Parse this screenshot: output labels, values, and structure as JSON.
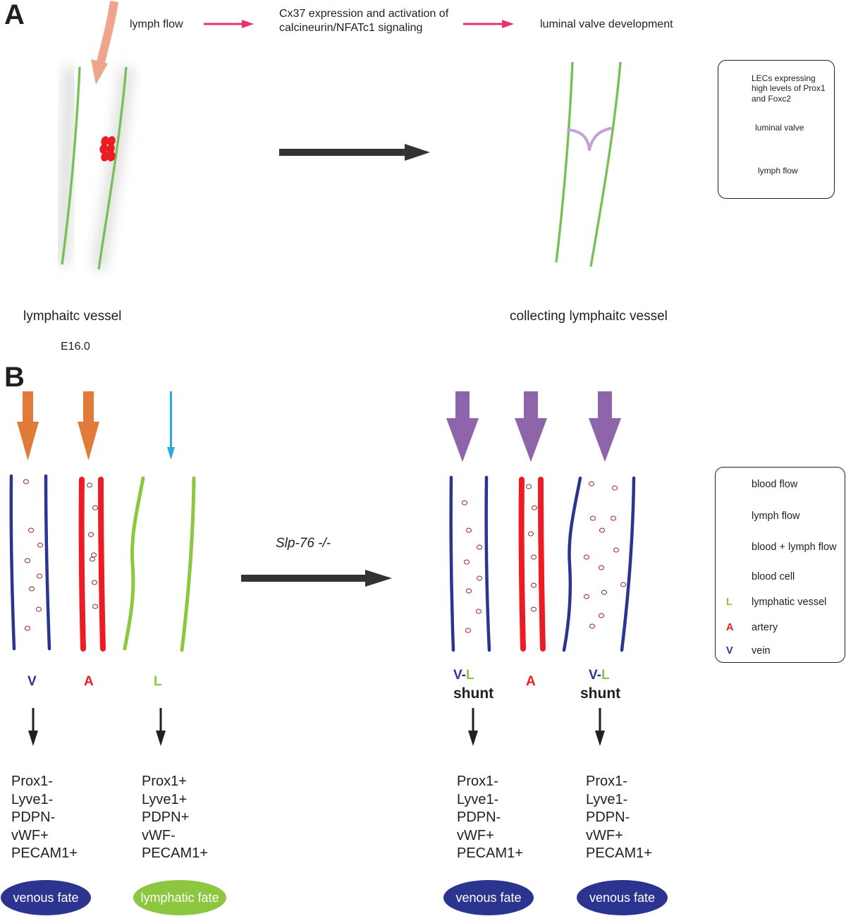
{
  "panel_a": {
    "label": "A",
    "flow_steps": [
      "lymph flow",
      "Cx37 expression and activation of calcineurin/NFATc1 signaling",
      "luminal valve development"
    ],
    "left_vessel_label": "lymphaitc vessel",
    "stage": "E16.0",
    "right_vessel_label": "collecting lymphaitc vessel",
    "legend": {
      "lec": "LECs expressing high levels of Prox1 and Foxc2",
      "valve": "luminal valve",
      "lymph_flow": "lymph flow"
    }
  },
  "panel_b": {
    "label": "B",
    "mutant_label": "Slp-76 -/-",
    "wildtype_labels": [
      "V",
      "A",
      "L"
    ],
    "mutant_labels": {
      "shunt1_v": "V",
      "dash": "-",
      "shunt1_l": "L",
      "artery": "A",
      "shunt_word": "shunt"
    },
    "markers": {
      "vein": [
        "Prox1-",
        "Lyve1-",
        "PDPN-",
        "vWF+",
        "PECAM1+"
      ],
      "lymphatic": [
        "Prox1+",
        "Lyve1+",
        "PDPN+",
        "vWF-",
        "PECAM1+"
      ],
      "shunt1": [
        "Prox1-",
        "Lyve1-",
        "PDPN-",
        "vWF+",
        "PECAM1+"
      ],
      "shunt2": [
        "Prox1-",
        "Lyve1-",
        "PDPN-",
        "vWF+",
        "PECAM1+"
      ]
    },
    "fates": [
      "venous fate",
      "lymphatic fate",
      "venous fate",
      "venous fate"
    ],
    "legend": {
      "blood_flow": "blood flow",
      "lymph_flow": "lymph flow",
      "blood_lymph_flow": "blood + lymph flow",
      "blood_cell": "blood cell",
      "lymphatic_vessel_key": "L",
      "lymphatic_vessel": "lymphatic vessel",
      "artery_key": "A",
      "artery": "artery",
      "vein_key": "V",
      "vein": "vein"
    }
  },
  "colors": {
    "vein": "#2b3590",
    "artery": "#ed1c24",
    "lymphatic": "#8dc63f",
    "blood_flow": "#e07b39",
    "lymph_flow": "#29abe2",
    "blood_lymph_flow": "#8e64aa",
    "lymph_flow_pink": "#eea58c",
    "valve": "#c6a0d8",
    "pink_arrow": "#e8336b",
    "big_arrow": "#333333"
  }
}
